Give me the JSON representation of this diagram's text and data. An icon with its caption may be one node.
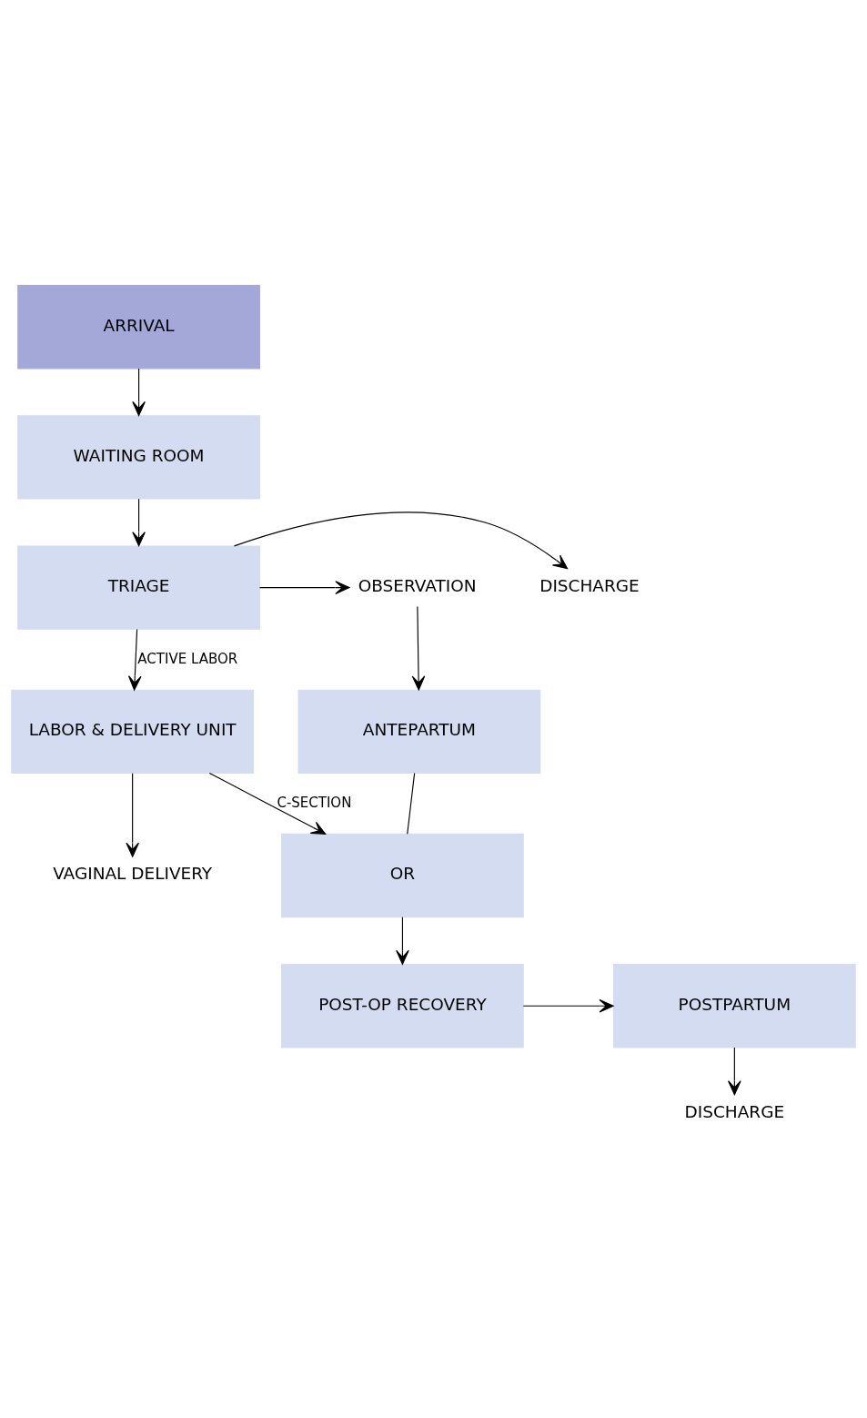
{
  "diagram": {
    "nodes": [
      {
        "text": [
          "ARRIVAL"
        ]
      },
      {
        "text": [
          "WAITING ROOM"
        ]
      },
      {
        "text": [
          "TRIAGE"
        ]
      },
      {
        "text": [
          "DISCHARGE"
        ]
      },
      {
        "text": [
          "OBSERVATION"
        ]
      },
      {
        "text": [
          "LABOR & DELIVERY UNIT"
        ]
      },
      {
        "text": [
          "ANTEPARTUM"
        ]
      },
      {
        "text": [
          "VAGINAL DELIVERY"
        ]
      },
      {
        "text": [
          "OR"
        ]
      },
      {
        "text": [
          "POSTPARTUM"
        ]
      },
      {
        "text": [
          "POST-OP RECOVERY"
        ]
      },
      {
        "text": [
          "DISCHARGE"
        ]
      }
    ],
    "edges": [
      {
        "from": 0,
        "to": 1,
        "arrow": "to"
      },
      {
        "from": 1,
        "to": 2,
        "arrow": "to"
      },
      {
        "from": 2,
        "to": 3,
        "arrow": "to"
      },
      {
        "from": 2,
        "to": 4,
        "arrow": "to"
      },
      {
        "from": 2,
        "to": 5,
        "arrow": "to",
        "label": "ACTIVE LABOR"
      },
      {
        "from": 4,
        "to": 6,
        "arrow": "to"
      },
      {
        "from": 5,
        "to": 7,
        "arrow": "to"
      },
      {
        "from": 5,
        "to": 8,
        "arrow": "to",
        "label": "C-SECTION"
      },
      {
        "from": 6,
        "to": 8,
        "arrow": "none"
      },
      {
        "from": 8,
        "to": 10,
        "arrow": "to"
      },
      {
        "from": 10,
        "to": 9,
        "arrow": "to"
      },
      {
        "from": 9,
        "to": 11,
        "arrow": "to"
      }
    ]
  }
}
